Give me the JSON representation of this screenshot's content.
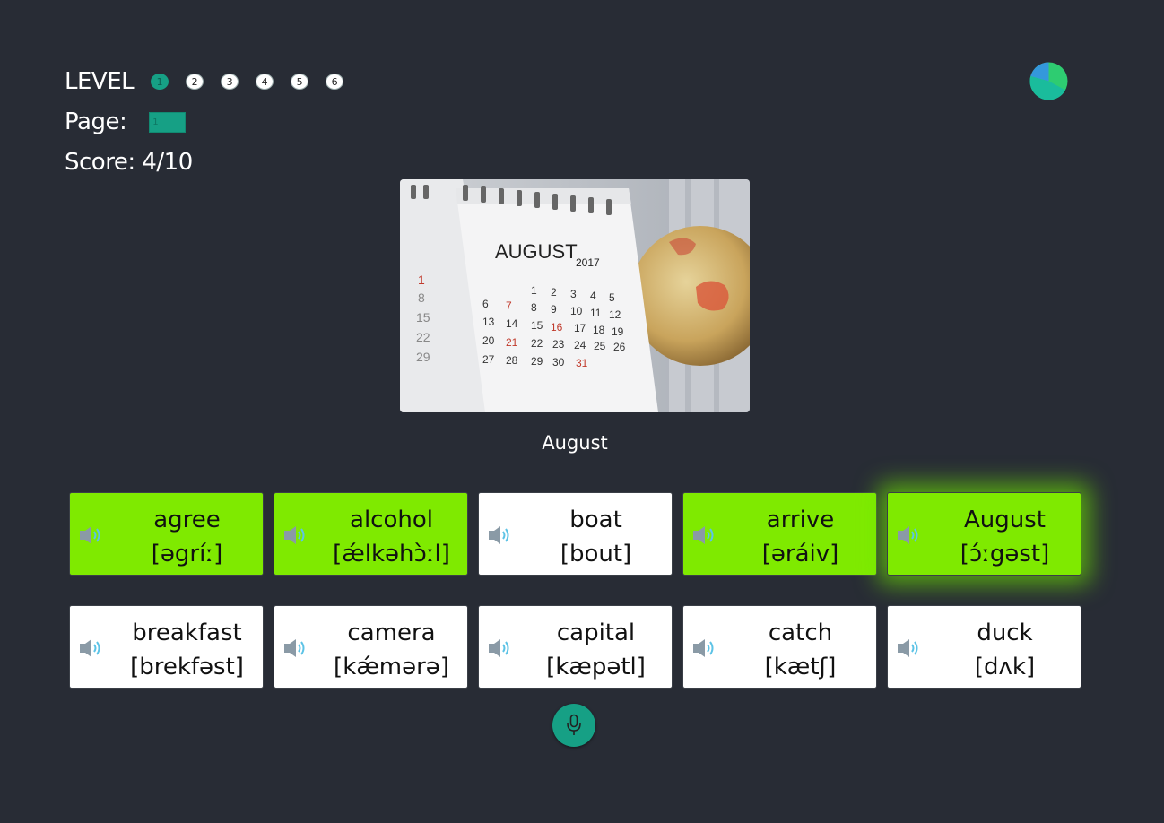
{
  "header": {
    "level_label": "LEVEL",
    "levels": [
      "1",
      "2",
      "3",
      "4",
      "5",
      "6"
    ],
    "active_level": "1",
    "page_label": "Page:",
    "page_value": "1",
    "score_text": "Score: 4/10",
    "progress": {
      "teal": 0.55,
      "green": 0.25,
      "blue": 0.2
    }
  },
  "prompt": {
    "image_icon": "calendar-globe-photo",
    "image_month": "AUGUST",
    "image_year": "2017",
    "word": "August"
  },
  "cards": [
    {
      "word": "agree",
      "ipa": "[əgríː]",
      "state": "correct"
    },
    {
      "word": "alcohol",
      "ipa": "[ǽlkəhɔ̀ːl]",
      "state": "correct"
    },
    {
      "word": "boat",
      "ipa": "[bout]",
      "state": "default"
    },
    {
      "word": "arrive",
      "ipa": "[əráiv]",
      "state": "correct"
    },
    {
      "word": "August",
      "ipa": "[ɔ́ːgəst]",
      "state": "correct-highlight"
    },
    {
      "word": "breakfast",
      "ipa": "[brekfəst]",
      "state": "default"
    },
    {
      "word": "camera",
      "ipa": "[kǽmərə]",
      "state": "default"
    },
    {
      "word": "capital",
      "ipa": "[kæpətl]",
      "state": "default"
    },
    {
      "word": "catch",
      "ipa": "[kætʃ]",
      "state": "default"
    },
    {
      "word": "duck",
      "ipa": "[dʌk]",
      "state": "default"
    }
  ],
  "icons": {
    "card_audio": "speaker-icon",
    "record": "microphone-icon",
    "progress": "pie-chart-icon"
  },
  "colors": {
    "background": "#282c35",
    "accent": "#16a085",
    "correct": "#7fea00",
    "card": "#ffffff"
  }
}
